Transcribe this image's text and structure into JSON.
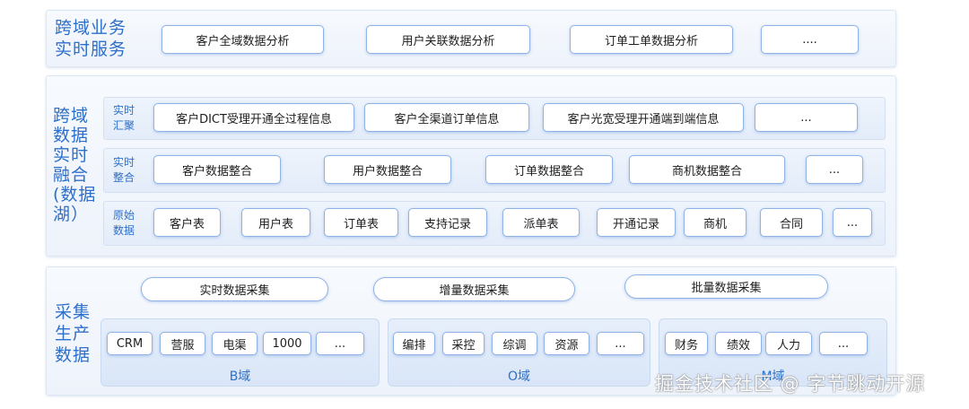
{
  "service_band": {
    "title_lines": [
      "跨域业务",
      "实时服务"
    ],
    "items": [
      "客户全域数据分析",
      "用户关联数据分析",
      "订单工单数据分析",
      "...."
    ]
  },
  "fusion_band": {
    "title_lines": [
      "跨域",
      "数据",
      "实时",
      "融合",
      "(数据",
      "湖）"
    ],
    "rows": [
      {
        "label_lines": [
          "实时",
          "汇聚"
        ],
        "items": [
          "客户DICT受理开通全过程信息",
          "客户全渠道订单信息",
          "客户光宽受理开通端到端信息",
          "..."
        ]
      },
      {
        "label_lines": [
          "实时",
          "整合"
        ],
        "items": [
          "客户数据整合",
          "用户数据整合",
          "订单数据整合",
          "商机数据整合",
          "..."
        ]
      },
      {
        "label_lines": [
          "原始",
          "数据"
        ],
        "items": [
          "客户表",
          "用户表",
          "订单表",
          "支持记录",
          "派单表",
          "开通记录",
          "商机",
          "合同",
          "..."
        ]
      }
    ]
  },
  "collect_band": {
    "title_lines": [
      "采集",
      "生产",
      "数据"
    ],
    "methods": [
      "实时数据采集",
      "增量数据采集",
      "批量数据采集"
    ],
    "domains": [
      {
        "label": "B域",
        "items": [
          "CRM",
          "营服",
          "电渠",
          "1000",
          "..."
        ]
      },
      {
        "label": "O域",
        "items": [
          "编排",
          "采控",
          "综调",
          "资源",
          "..."
        ]
      },
      {
        "label": "M域",
        "items": [
          "财务",
          "绩效",
          "人力",
          "..."
        ]
      }
    ]
  },
  "watermark": "掘金技术社区 @ 字节跳动开源"
}
